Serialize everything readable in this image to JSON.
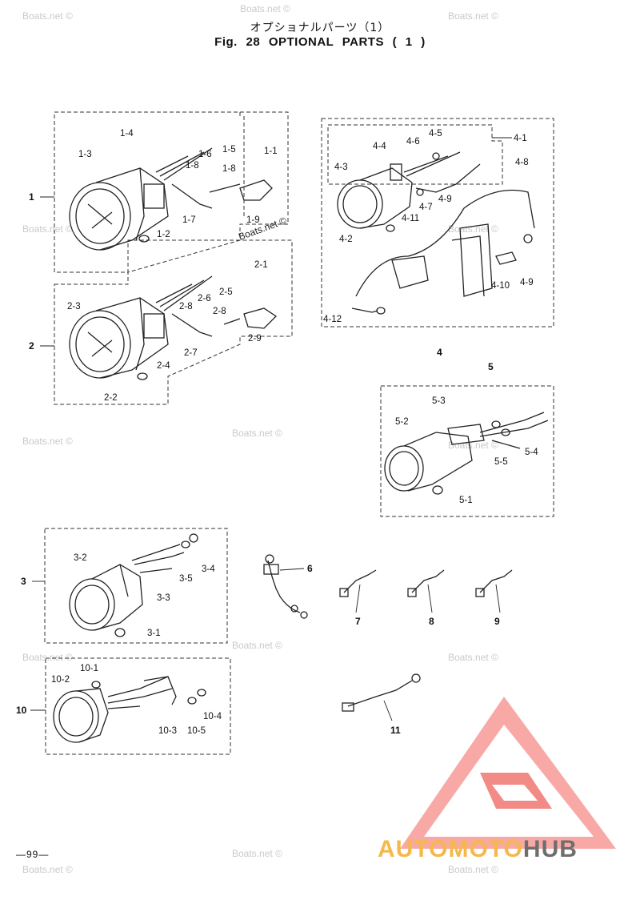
{
  "header": {
    "title_jp": "オプショナルパーツ（1）",
    "title_en": "Fig. 28   OPTIONAL PARTS ( 1 )"
  },
  "groups": {
    "g1": "1",
    "g2": "2",
    "g3": "3",
    "g4": "4",
    "g5": "5",
    "g10": "10"
  },
  "parts": {
    "p1_1": "1-1",
    "p1_2": "1-2",
    "p1_3": "1-3",
    "p1_4": "1-4",
    "p1_5": "1-5",
    "p1_6": "1-6",
    "p1_7": "1-7",
    "p1_8a": "1-8",
    "p1_8b": "1-8",
    "p1_9": "1-9",
    "p2_1": "2-1",
    "p2_2": "2-2",
    "p2_3": "2-3",
    "p2_4": "2-4",
    "p2_5": "2-5",
    "p2_6": "2-6",
    "p2_7": "2-7",
    "p2_8a": "2-8",
    "p2_8b": "2-8",
    "p2_9": "2-9",
    "p4_1": "4-1",
    "p4_2": "4-2",
    "p4_3": "4-3",
    "p4_4": "4-4",
    "p4_5": "4-5",
    "p4_6": "4-6",
    "p4_7": "4-7",
    "p4_8": "4-8",
    "p4_9a": "4-9",
    "p4_9b": "4-9",
    "p4_10": "4-10",
    "p4_11": "4-11",
    "p4_12": "4-12",
    "p5_1": "5-1",
    "p5_2": "5-2",
    "p5_3": "5-3",
    "p5_4": "5-4",
    "p5_5": "5-5",
    "p3_1": "3-1",
    "p3_2": "3-2",
    "p3_3": "3-3",
    "p3_4": "3-4",
    "p3_5": "3-5",
    "p6": "6",
    "p7": "7",
    "p8": "8",
    "p9": "9",
    "p10_1": "10-1",
    "p10_2": "10-2",
    "p10_3": "10-3",
    "p10_4": "10-4",
    "p10_5": "10-5",
    "p11": "11"
  },
  "watermark": "Boats.net ©",
  "brand": {
    "auto": "AUTO",
    "moto": "MOTO",
    "hub": "HUB",
    "color_orange": "#f5b84a",
    "color_gray": "#6e6e6e",
    "color_red": "#f28a86"
  },
  "footer": {
    "page_number": "—99—"
  }
}
